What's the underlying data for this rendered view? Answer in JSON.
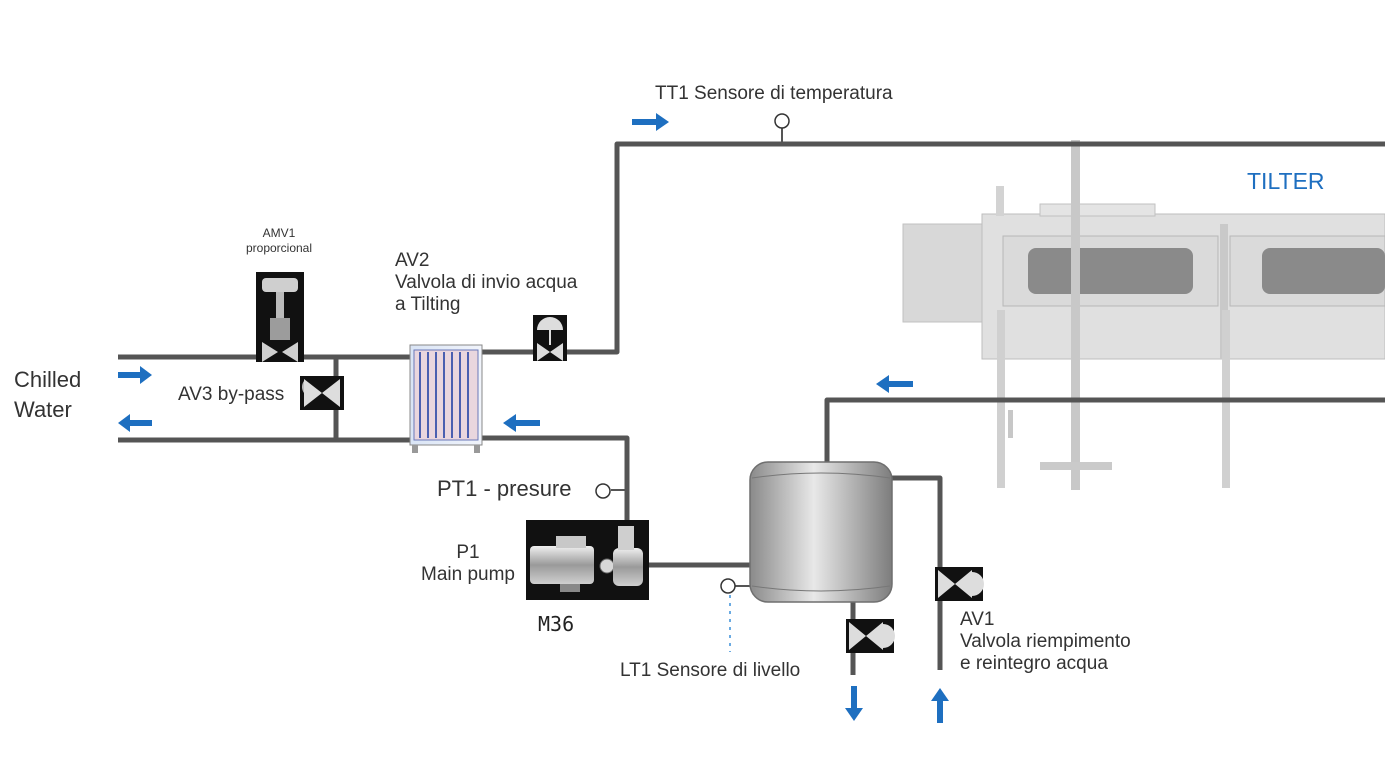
{
  "labels": {
    "chilled_water_line1": "Chilled",
    "chilled_water_line2": "Water",
    "amv1_line1": "AMV1",
    "amv1_line2": "proporcional",
    "av3": "AV3 by-pass",
    "av2_line1": "AV2",
    "av2_line2": "Valvola di invio acqua",
    "av2_line3": "a Tilting",
    "tt1": "TT1 Sensore di temperatura",
    "tilter": "TILTER",
    "pt1": "PT1 - presure",
    "p1_line1": "P1",
    "p1_line2": "Main pump",
    "m36": "M36",
    "lt1": "LT1 Sensore di livello",
    "av1_line1": "AV1",
    "av1_line2": "Valvola riempimento",
    "av1_line3": "e reintegro acqua"
  },
  "colors": {
    "pipe": "#555555",
    "flow_arrow": "#1e6fc0",
    "tilter_label": "#1e6fc0",
    "tank": "#a9a9a9",
    "machine": "#bdbdbd"
  },
  "icons": {
    "flow_arrow": "arrow-icon",
    "valve": "valve-icon",
    "sensor": "sensor-circle-icon"
  }
}
